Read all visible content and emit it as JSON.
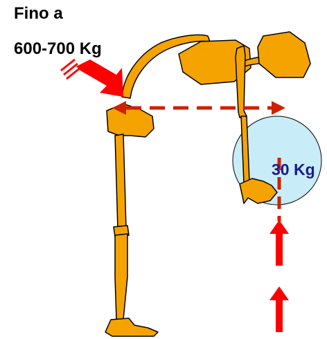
{
  "labels": {
    "force_line1": "Fino a",
    "force_line2": "600-700 Kg",
    "load": "30 Kg"
  },
  "colors": {
    "skeleton": "#f5a300",
    "arrow": "#ff0000",
    "dashed": "#cc2200",
    "ball_fill": "#c8ecf8",
    "load_text": "#1a1a8c"
  }
}
